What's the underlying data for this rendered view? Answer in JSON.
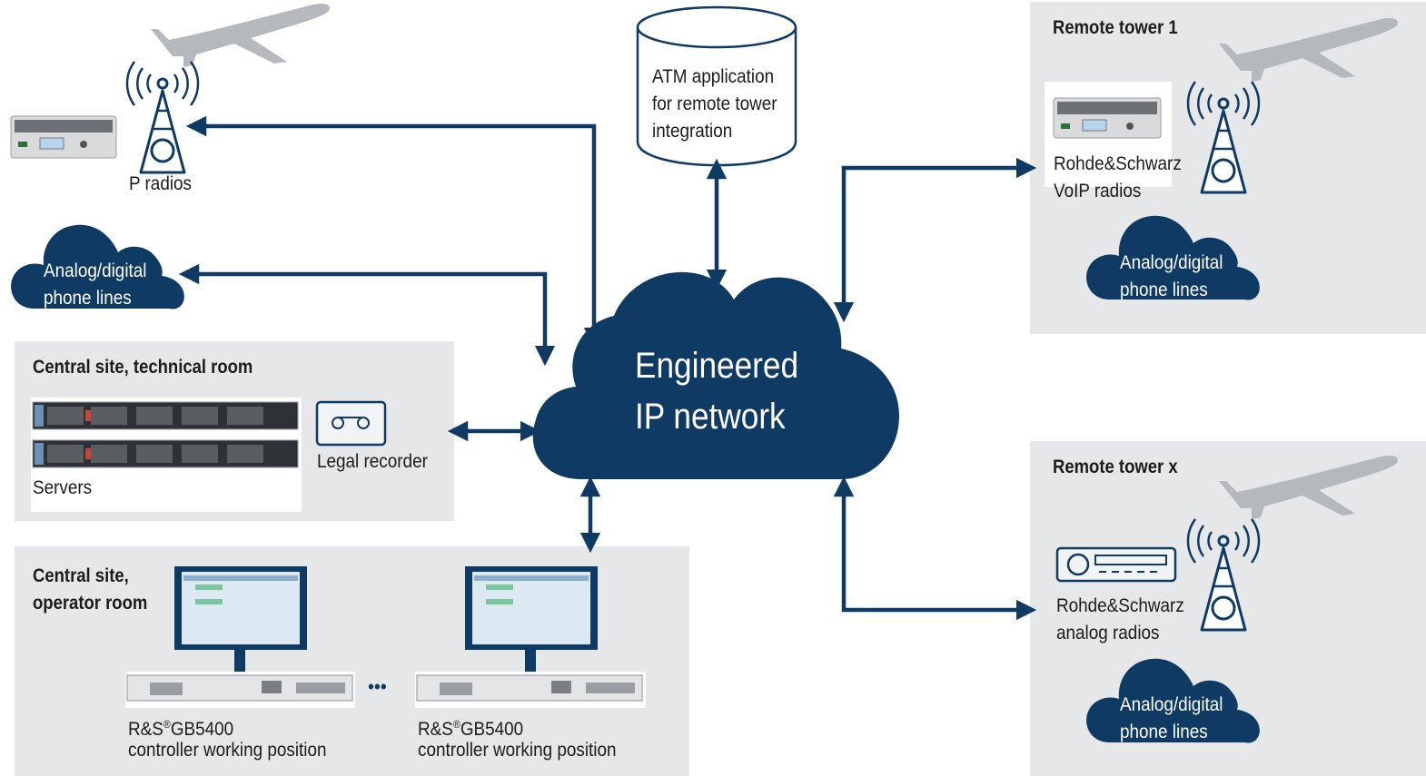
{
  "network": {
    "line1": "Engineered",
    "line2": "IP network"
  },
  "atm": {
    "line1": "ATM application",
    "line2": "for remote tower",
    "line3": "integration"
  },
  "p_radios": {
    "label": "P radios"
  },
  "phone_left": {
    "line1": "Analog/digital",
    "line2": "phone lines"
  },
  "tech_room": {
    "title": "Central site, technical room",
    "servers_label": "Servers",
    "recorder_label": "Legal recorder"
  },
  "operator_room": {
    "title_line1": "Central site,",
    "title_line2": "operator room",
    "positions": [
      {
        "name_prefix": "R&S",
        "name_reg": "®",
        "name_suffix": "GB5400",
        "desc": "controller working position"
      },
      {
        "name_prefix": "R&S",
        "name_reg": "®",
        "name_suffix": "GB5400",
        "desc": "controller working position"
      }
    ],
    "ellipsis": "•••"
  },
  "tower1": {
    "title": "Remote tower 1",
    "radio_line1": "Rohde&Schwarz",
    "radio_line2": "VoIP radios",
    "phone_line1": "Analog/digital",
    "phone_line2": "phone lines"
  },
  "towerx": {
    "title": "Remote tower x",
    "radio_line1": "Rohde&Schwarz",
    "radio_line2": "analog radios",
    "phone_line1": "Analog/digital",
    "phone_line2": "phone lines"
  },
  "colors": {
    "navy": "#0f3a63",
    "panel": "#e6e7e9",
    "plane": "#b5b8bc"
  }
}
